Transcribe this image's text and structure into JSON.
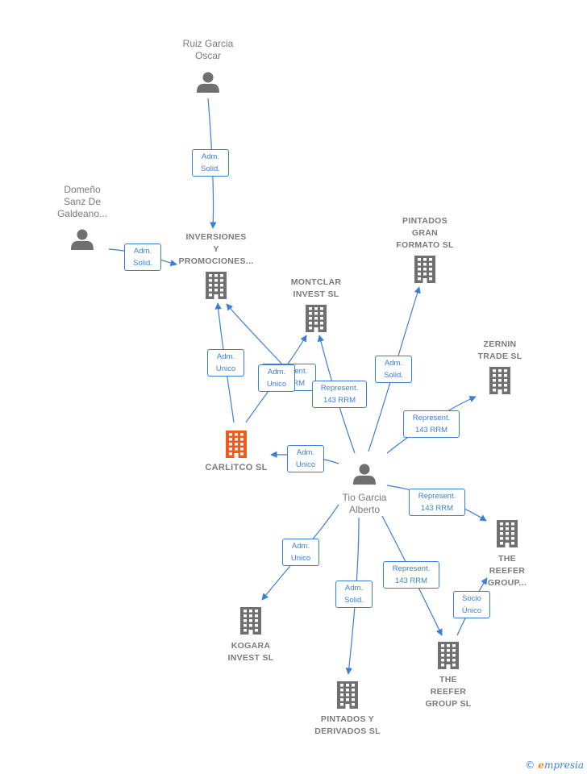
{
  "colors": {
    "edge": "#3a7fd5",
    "node": "#6f6f6f",
    "focus": "#f05a1c",
    "label": "#7a7a7a"
  },
  "nodes": {
    "ruiz": {
      "type": "person",
      "lines": [
        "Ruiz Garcia",
        "Oscar"
      ]
    },
    "domeno": {
      "type": "person",
      "lines": [
        "Domeño",
        "Sanz De",
        "Galdeano..."
      ]
    },
    "inversiones": {
      "type": "company",
      "lines": [
        "INVERSIONES",
        "Y",
        "PROMOCIONES..."
      ]
    },
    "montclar": {
      "type": "company",
      "lines": [
        "MONTCLAR",
        "INVEST SL"
      ]
    },
    "pintados_gran": {
      "type": "company",
      "lines": [
        "PINTADOS",
        "GRAN",
        "FORMATO SL"
      ]
    },
    "zernin": {
      "type": "company",
      "lines": [
        "ZERNIN",
        "TRADE SL"
      ]
    },
    "carlitco": {
      "type": "focus",
      "lines": [
        "CARLITCO SL"
      ]
    },
    "tio": {
      "type": "person",
      "lines": [
        "Tio Garcia",
        "Alberto"
      ]
    },
    "reefer_top": {
      "type": "company",
      "lines": [
        "THE",
        "REEFER",
        "GROUP..."
      ]
    },
    "kogara": {
      "type": "company",
      "lines": [
        "KOGARA",
        "INVEST SL"
      ]
    },
    "pintados_der": {
      "type": "company",
      "lines": [
        "PINTADOS Y",
        "DERIVADOS SL"
      ]
    },
    "reefer_bot": {
      "type": "company",
      "lines": [
        "THE",
        "REEFER",
        "GROUP SL"
      ]
    }
  },
  "badges": [
    {
      "id": "b_ruiz_inv",
      "lines": [
        "Adm.",
        "Solid."
      ]
    },
    {
      "id": "b_dom_inv",
      "lines": [
        "Adm.",
        "Solid."
      ]
    },
    {
      "id": "b_carl_inv",
      "lines": [
        "Adm.",
        "Unico"
      ]
    },
    {
      "id": "b_tio_mont_hidden",
      "lines": [
        "Represent.",
        "143 RRM"
      ]
    },
    {
      "id": "b_carl_mont",
      "lines": [
        "Adm.",
        "Unico"
      ]
    },
    {
      "id": "b_tio_mont",
      "lines": [
        "Represent.",
        "143 RRM"
      ]
    },
    {
      "id": "b_tio_pint",
      "lines": [
        "Adm.",
        "Solid."
      ]
    },
    {
      "id": "b_tio_zern",
      "lines": [
        "Represent.",
        "143 RRM"
      ]
    },
    {
      "id": "b_tio_carl",
      "lines": [
        "Adm.",
        "Unico"
      ]
    },
    {
      "id": "b_tio_reefer_top",
      "lines": [
        "Represent.",
        "143 RRM"
      ]
    },
    {
      "id": "b_tio_kog",
      "lines": [
        "Adm.",
        "Unico"
      ]
    },
    {
      "id": "b_tio_pder",
      "lines": [
        "Adm.",
        "Solid."
      ]
    },
    {
      "id": "b_tio_reefer_bot",
      "lines": [
        "Represent.",
        "143 RRM"
      ]
    },
    {
      "id": "b_reefer_socio",
      "lines": [
        "Socio",
        "Único"
      ]
    }
  ],
  "credit": {
    "copyright": "©",
    "brand_initial": "e",
    "brand_rest": "mpresia"
  }
}
